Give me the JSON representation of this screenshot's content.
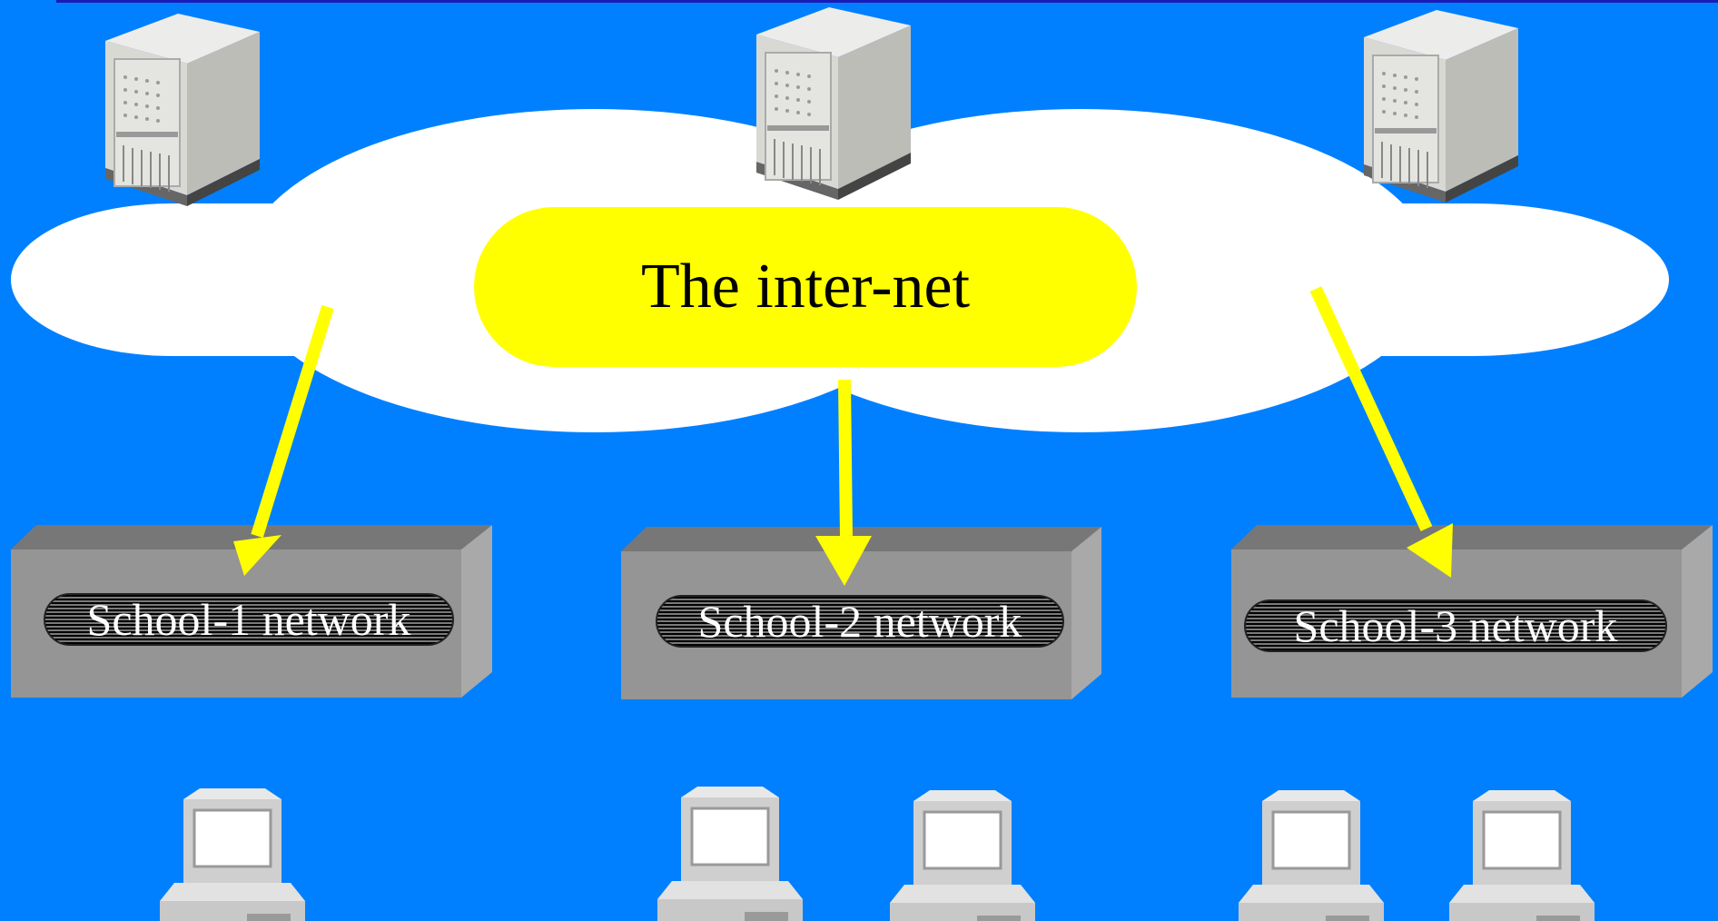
{
  "diagram": {
    "internet_label": "The inter-net",
    "schools": [
      {
        "label": "School-1 network",
        "computers": 1
      },
      {
        "label": "School-2 network",
        "computers": 2
      },
      {
        "label": "School-3 network",
        "computers": 2
      }
    ],
    "servers": 3
  },
  "colors": {
    "background": "#0080ff",
    "top_rule": "#1b1bb5",
    "cloud": "#ffffff",
    "internet_pill": "#ffff00",
    "arrow": "#ffff00",
    "network_box_front": "#959595",
    "network_box_top": "#777777",
    "network_box_side": "#a9a9a9"
  }
}
